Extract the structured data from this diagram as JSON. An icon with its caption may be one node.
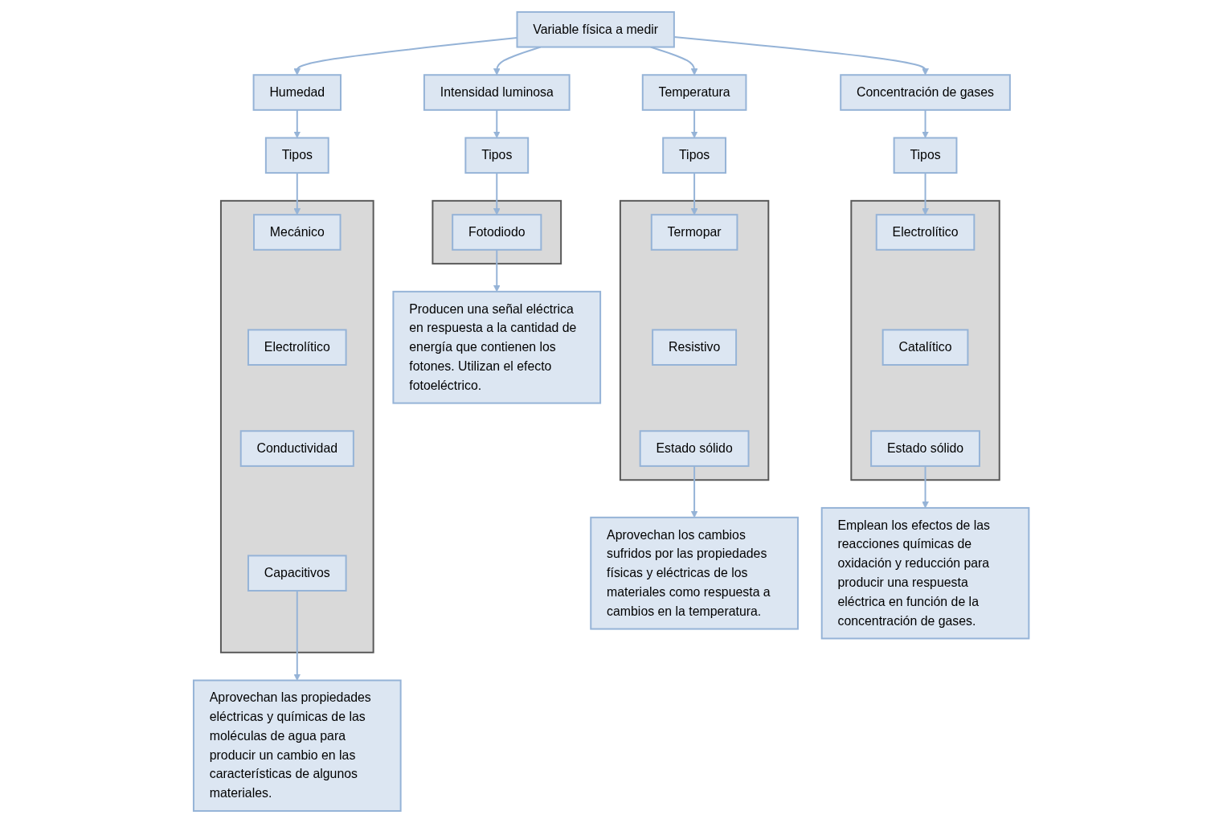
{
  "diagram": {
    "nodes": [
      {
        "text": [
          "Variable física a medir"
        ]
      },
      {
        "text": [
          "Temperatura"
        ]
      },
      {
        "text": [
          "Humedad"
        ]
      },
      {
        "text": [
          "Intensidad luminosa"
        ]
      },
      {
        "text": [
          "Concentración de gases"
        ]
      },
      {
        "text": [
          "Tipos"
        ]
      },
      {
        "text": [
          "Tipos"
        ]
      },
      {
        "text": [
          "Tipos"
        ]
      },
      {
        "text": [
          "Tipos"
        ]
      },
      {
        "text": [],
        "shape": "box"
      },
      {
        "text": [
          "Termopar"
        ],
        "in": 9
      },
      {
        "text": [
          "Resistivo"
        ],
        "in": 9
      },
      {
        "text": [
          "Estado sólido"
        ],
        "in": 9
      },
      {
        "text": [],
        "shape": "box"
      },
      {
        "text": [
          "Mecánico"
        ],
        "in": 13
      },
      {
        "text": [
          "Electrolítico"
        ],
        "in": 13
      },
      {
        "text": [
          "Conductividad"
        ],
        "in": 13
      },
      {
        "text": [
          "Capacitivos"
        ],
        "in": 13
      },
      {
        "text": [],
        "shape": "box"
      },
      {
        "text": [
          "Fotodiodo"
        ],
        "in": 18
      },
      {
        "text": [],
        "shape": "box"
      },
      {
        "text": [
          "Electrolítico"
        ],
        "in": 20
      },
      {
        "text": [
          "Catalítico"
        ],
        "in": 20
      },
      {
        "text": [
          "Estado sólido"
        ],
        "in": 20
      },
      {
        "text": [
          "Aprovechan los cambios sufridos por las propiedades físicas y eléctricas de los materiales como respuesta a cambios en la temperatura."
        ]
      },
      {
        "text": [
          "Aprovechan las propiedades eléctricas y químicas de las moléculas de agua para producir un cambio en las características de algunos materiales."
        ]
      },
      {
        "text": [
          "Producen una señal eléctrica en respuesta a la cantidad de energía que contienen los fotones. Utilizan el efecto fotoeléctrico."
        ]
      },
      {
        "text": [
          "Emplean los efectos de las reacciones químicas de oxidación y reducción para producir una respuesta eléctrica en función de la concentración de gases."
        ]
      }
    ],
    "edges": [
      {
        "from": 0,
        "to": 1,
        "arrow": "to"
      },
      {
        "from": 0,
        "to": 2,
        "arrow": "to"
      },
      {
        "from": 0,
        "to": 3,
        "arrow": "to"
      },
      {
        "from": 0,
        "to": 4,
        "arrow": "to"
      },
      {
        "from": 1,
        "to": 5,
        "arrow": "to"
      },
      {
        "from": 2,
        "to": 6,
        "arrow": "to"
      },
      {
        "from": 3,
        "to": 7,
        "arrow": "to"
      },
      {
        "from": 4,
        "to": 8,
        "arrow": "to"
      },
      {
        "from": 5,
        "to": 10,
        "arrow": "to"
      },
      {
        "from": 6,
        "to": 14,
        "arrow": "to"
      },
      {
        "from": 7,
        "to": 19,
        "arrow": "to"
      },
      {
        "from": 8,
        "to": 21,
        "arrow": "to"
      },
      {
        "from": 12,
        "to": 24,
        "arrow": "to"
      },
      {
        "from": 17,
        "to": 25,
        "arrow": "to"
      },
      {
        "from": 19,
        "to": 26,
        "arrow": "to"
      },
      {
        "from": 23,
        "to": 27,
        "arrow": "to"
      }
    ]
  }
}
